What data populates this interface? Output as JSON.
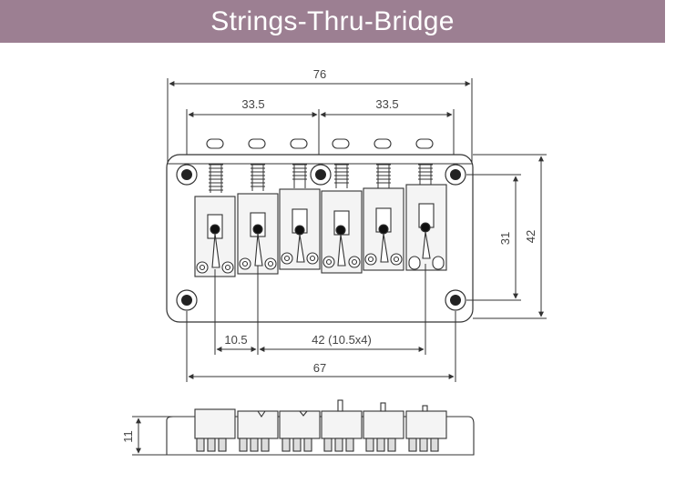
{
  "title": "Strings-Thru-Bridge",
  "dimensions": {
    "overall_width": "76",
    "left_span": "33.5",
    "right_span": "33.5",
    "hole_vertical": "31",
    "overall_height": "42",
    "first_spacing": "10.5",
    "string_spacing": "42 (10.5x4)",
    "hole_horizontal": "67",
    "side_height": "11"
  },
  "colors": {
    "title_bg": "#9c7f92",
    "line": "#333333",
    "saddle": "#f4f4f4"
  }
}
